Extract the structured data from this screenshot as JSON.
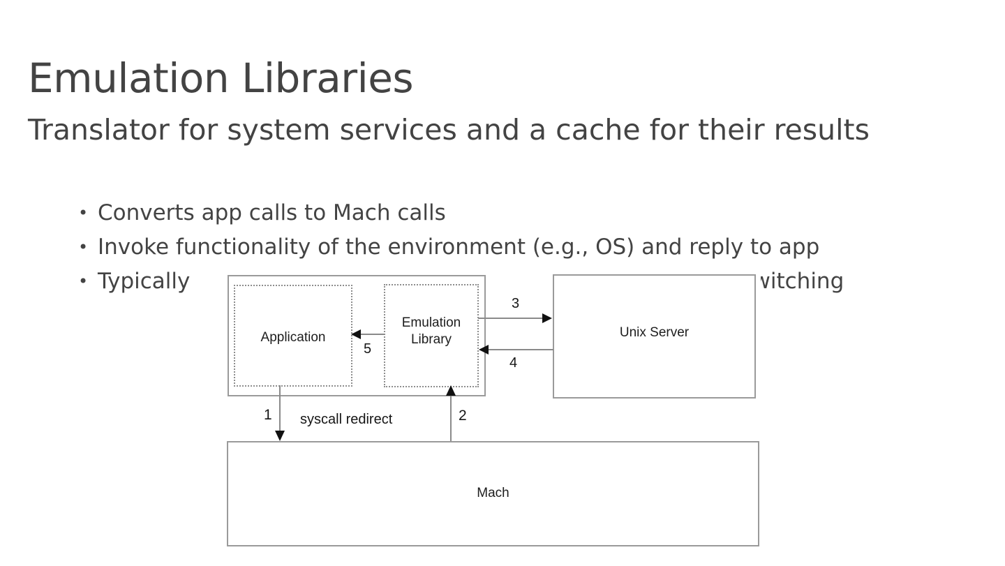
{
  "slide": {
    "title": "Emulation Libraries",
    "subtitle": "Translator for system services and a cache for their results",
    "bullets": [
      {
        "text": "Converts app calls to Mach calls"
      },
      {
        "text": "Invoke functionality of the environment (e.g., OS) and reply to app"
      }
    ],
    "occluded_bullet": {
      "head": "Typically",
      "tail": "switching"
    }
  },
  "diagram": {
    "boxes": {
      "application": "Application",
      "emulation_library": "Emulation\nLibrary",
      "emulation_library_line1": "Emulation",
      "emulation_library_line2": "Library",
      "unix_server": "Unix Server",
      "mach": "Mach"
    },
    "edge_labels": {
      "one": "1",
      "two": "2",
      "three": "3",
      "four": "4",
      "five": "5",
      "syscall_redirect": "syscall redirect"
    },
    "colors": {
      "box_border": "#9a9a9a",
      "dotted_border": "#8d8d8d",
      "line": "#8a8a8a",
      "arrowhead": "#111111",
      "box_text": "#1d1d1d"
    }
  },
  "theme": {
    "background": "#ffffff",
    "text": "#434343"
  }
}
